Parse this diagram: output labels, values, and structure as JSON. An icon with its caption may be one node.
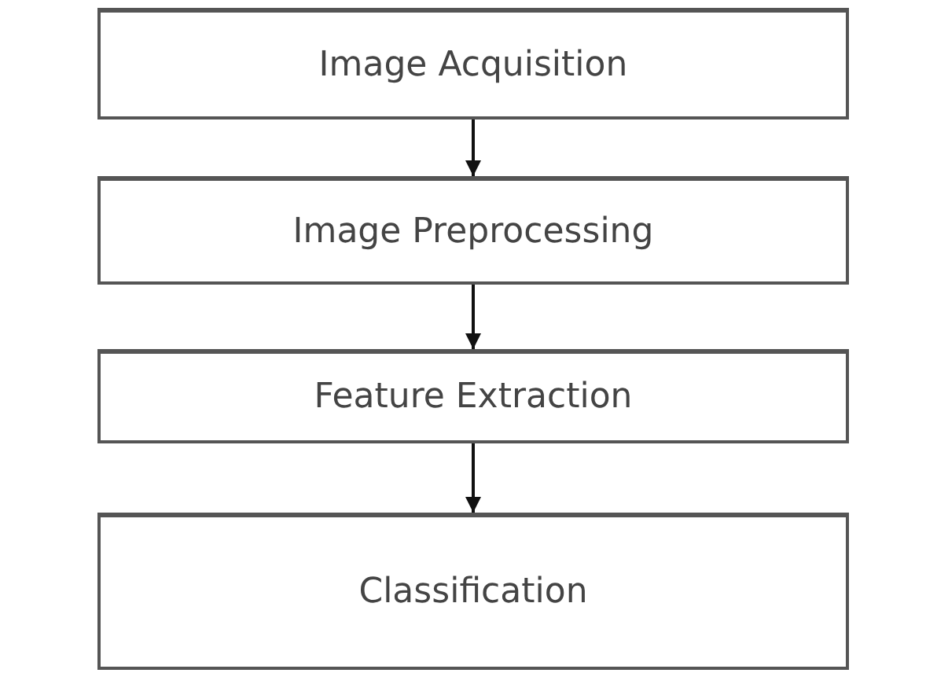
{
  "diagram": {
    "nodes": [
      {
        "text": [
          "Image Acquisition"
        ]
      },
      {
        "text": [
          "Image Preprocessing"
        ]
      },
      {
        "text": [
          "Feature Extraction"
        ]
      },
      {
        "text": [
          "Classification"
        ]
      }
    ],
    "edges": [
      {
        "from": 0,
        "to": 1,
        "arrow": "to"
      },
      {
        "from": 1,
        "to": 2,
        "arrow": "to"
      },
      {
        "from": 2,
        "to": 3,
        "arrow": "to"
      }
    ]
  }
}
